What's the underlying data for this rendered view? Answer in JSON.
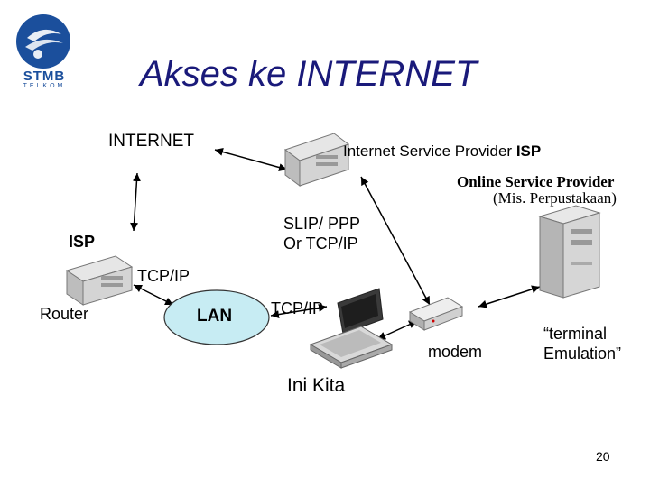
{
  "logo": {
    "text": "STMB",
    "sub": "TELKOM"
  },
  "title": {
    "part1": "Akses",
    "part2": " ke INTERNET"
  },
  "labels": {
    "internet": "INTERNET",
    "isp_provider_prefix": "Internet Service Provider ",
    "isp_provider_bold": "ISP",
    "online_provider": "Online Service Provider",
    "online_provider_sub": "(Mis. Perpustakaan)",
    "slip_ppp_line1": "SLIP/ PPP",
    "slip_ppp_line2": "Or TCP/IP",
    "isp": "ISP",
    "tcpip_top": "TCP/IP",
    "router": "Router",
    "lan": "LAN",
    "tcpip_lan": "TCP/IP",
    "modem": "modem",
    "terminal_line1": "“terminal",
    "terminal_line2": "Emulation”",
    "ini_kita": "Ini Kita"
  },
  "page_number": "20",
  "colors": {
    "title": "#1a1a7a",
    "lan_fill": "#c7ecf3",
    "logo": "#1b4f9c",
    "device": "#d9d9d9"
  }
}
